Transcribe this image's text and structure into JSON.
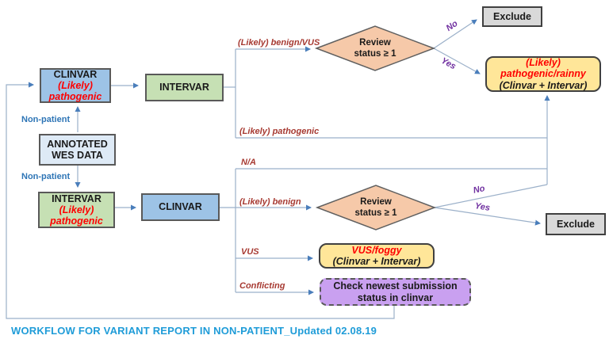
{
  "title": "WORKFLOW FOR VARIANT REPORT IN NON-PATIENT_Updated 02.08.19",
  "colors": {
    "node_blue": "#9dc3e6",
    "node_green": "#c6e0b4",
    "node_paleblue": "#deeaf6",
    "node_gray": "#d9d9d9",
    "node_yellow": "#ffe699",
    "node_purple": "#c9a0f0",
    "diamond_peach": "#f6c9a9",
    "red_text": "#fe0000",
    "maroon_label": "#a73a32",
    "purple_label": "#7030a0",
    "blue_label": "#2e75b6",
    "title_blue": "#1f9cd8",
    "wire": "#9bb0c9",
    "arrowhead": "#4a7ebb"
  },
  "nodes": {
    "clinvar_top": {
      "line1": "CLINVAR",
      "line2": "(Likely)",
      "line3": "pathogenic"
    },
    "intervar_top": {
      "label": "INTERVAR"
    },
    "annotated_wes": {
      "line1": "ANNOTATED",
      "line2": "WES DATA"
    },
    "intervar_bottom": {
      "line1": "INTERVAR",
      "line2": "(Likely)",
      "line3": "pathogenic"
    },
    "clinvar_bottom": {
      "label": "CLINVAR"
    },
    "review_diamond_top": {
      "line1": "Review",
      "line2": "status ≥ 1"
    },
    "review_diamond_bottom": {
      "line1": "Review",
      "line2": "status ≥ 1"
    },
    "exclude_top": {
      "label": "Exclude"
    },
    "exclude_bottom": {
      "label": "Exclude"
    },
    "pathogenic_result": {
      "line1": "(Likely)",
      "line2": "pathogenic/rainny",
      "line3": "(Clinvar + Intervar)"
    },
    "vus_result": {
      "line1": "VUS/foggy",
      "line2": "(Clinvar + Intervar)"
    },
    "check_submission": {
      "line1": "Check newest submission",
      "line2": "status in clinvar"
    }
  },
  "edge_labels": {
    "non_patient_top": "Non-patient",
    "non_patient_bottom": "Non-patient",
    "benign_vus": "(Likely) benign/VUS",
    "pathogenic": "(Likely) pathogenic",
    "na": "N/A",
    "benign": "(Likely) benign",
    "vus": "VUS",
    "conflicting": "Conflicting",
    "no_top": "No",
    "yes_top": "Yes",
    "no_bottom": "No",
    "yes_bottom": "Yes"
  }
}
